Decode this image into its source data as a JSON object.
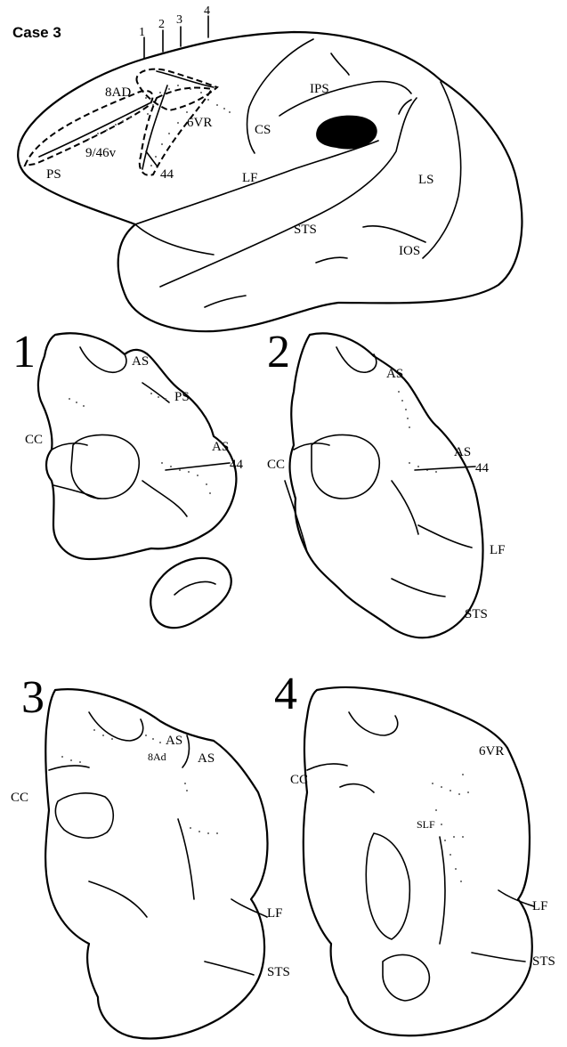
{
  "case_title": "Case 3",
  "section_ticks": [
    "1",
    "2",
    "3",
    "4"
  ],
  "lateral_view": {
    "labels": {
      "ad8": "8AD",
      "ps": "PS",
      "a946v": "9/46v",
      "vr6": "6VR",
      "a44": "44",
      "cs": "CS",
      "ips": "IPS",
      "lf": "LF",
      "ls": "LS",
      "sts": "STS",
      "ios": "IOS"
    }
  },
  "panels": [
    {
      "number": "1",
      "labels": {
        "as1": "AS",
        "ps": "PS",
        "as2": "AS",
        "cc": "CC",
        "a44": "44"
      }
    },
    {
      "number": "2",
      "labels": {
        "as1": "AS",
        "as2": "AS",
        "cc": "CC",
        "a44": "44",
        "lf": "LF",
        "sts": "STS"
      }
    },
    {
      "number": "3",
      "labels": {
        "as1": "AS",
        "ad8": "8Ad",
        "as2": "AS",
        "cc": "CC",
        "lf": "LF",
        "sts": "STS"
      }
    },
    {
      "number": "4",
      "labels": {
        "vr6": "6VR",
        "cc": "CC",
        "slf": "SLF",
        "lf": "LF",
        "sts": "STS"
      }
    }
  ]
}
